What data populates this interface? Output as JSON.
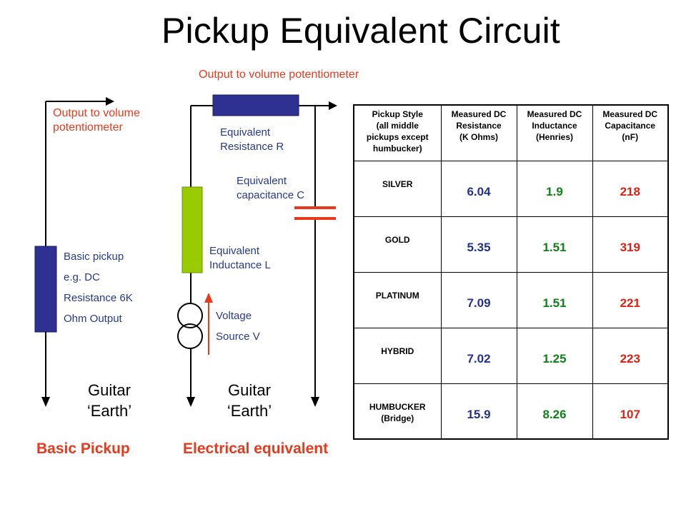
{
  "title": "Pickup Equivalent Circuit",
  "basic_pickup": {
    "output_label_line1": "Output to volume",
    "output_label_line2": "potentiometer",
    "pickup_lines": [
      "Basic pickup",
      "e.g. DC",
      "Resistance 6K",
      "Ohm Output"
    ],
    "earth_line1": "Guitar",
    "earth_line2": "‘Earth’",
    "caption": "Basic Pickup"
  },
  "equivalent": {
    "output_label": "Output to volume potentiometer",
    "resistance_line1": "Equivalent",
    "resistance_line2": "Resistance R",
    "capacitance_line1": "Equivalent",
    "capacitance_line2": "capacitance C",
    "inductance_line1": "Equivalent",
    "inductance_line2": "Inductance L",
    "voltage_line1": "Voltage",
    "voltage_line2": "Source V",
    "earth_line1": "Guitar",
    "earth_line2": "‘Earth’",
    "caption": "Electrical equivalent"
  },
  "colors": {
    "resistor": "#2e3192",
    "inductor": "#99cc00",
    "capacitor": "#e8391c",
    "label_red": "#e8391c",
    "label_blue": "#283a8c"
  },
  "table": {
    "headers": [
      [
        "Pickup Style",
        "(all middle",
        "pickups except",
        "humbucker)"
      ],
      [
        "Measured DC",
        "Resistance",
        "(K Ohms)"
      ],
      [
        "Measured DC",
        "Inductance",
        "(Henries)"
      ],
      [
        "Measured DC",
        "Capacitance",
        "(nF)"
      ]
    ],
    "rows": [
      {
        "name": [
          "SILVER"
        ],
        "resistance": "6.04",
        "inductance": "1.9",
        "capacitance": "218"
      },
      {
        "name": [
          "GOLD"
        ],
        "resistance": "5.35",
        "inductance": "1.51",
        "capacitance": "319"
      },
      {
        "name": [
          "PLATINUM"
        ],
        "resistance": "7.09",
        "inductance": "1.51",
        "capacitance": "221"
      },
      {
        "name": [
          "HYBRID"
        ],
        "resistance": "7.02",
        "inductance": "1.25",
        "capacitance": "223"
      },
      {
        "name": [
          "HUMBUCKER",
          "(Bridge)"
        ],
        "resistance": "15.9",
        "inductance": "8.26",
        "capacitance": "107"
      }
    ]
  }
}
